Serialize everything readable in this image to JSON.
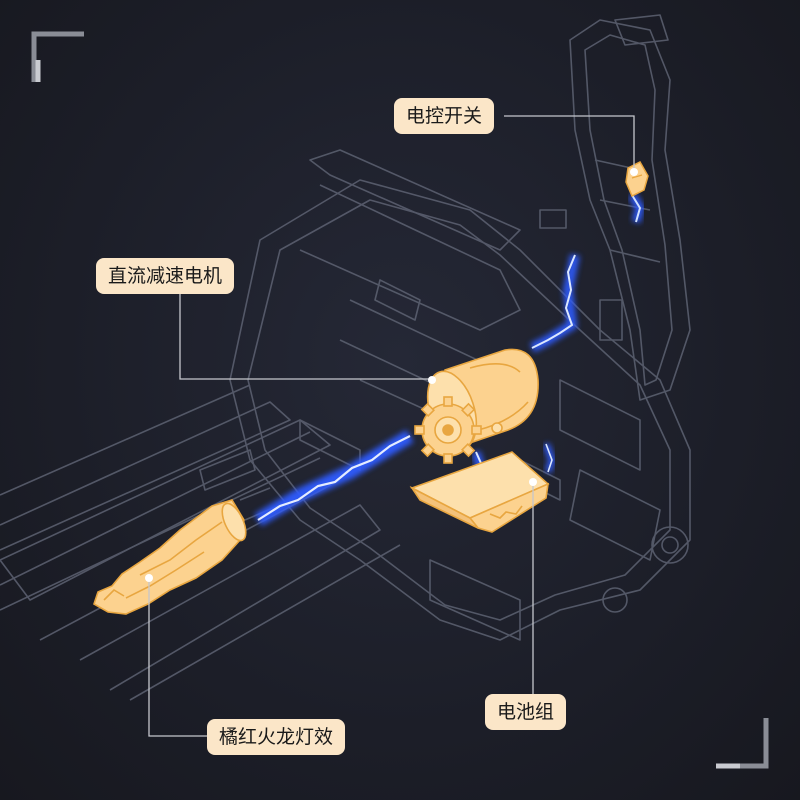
{
  "callouts": {
    "switch": "电控开关",
    "motor": "直流减速电机",
    "light": "橘红火龙灯效",
    "battery": "电池组"
  },
  "colors": {
    "background": "#1d1f2a",
    "label_bg": "#fbe6c8",
    "part_fill": "#fcd28f",
    "part_stroke": "#e8a640",
    "energy": "#3b6cff",
    "wireframe": "#5d6272"
  },
  "icons": [
    "corner-bracket-top-left-icon",
    "corner-bracket-bottom-right-icon"
  ]
}
